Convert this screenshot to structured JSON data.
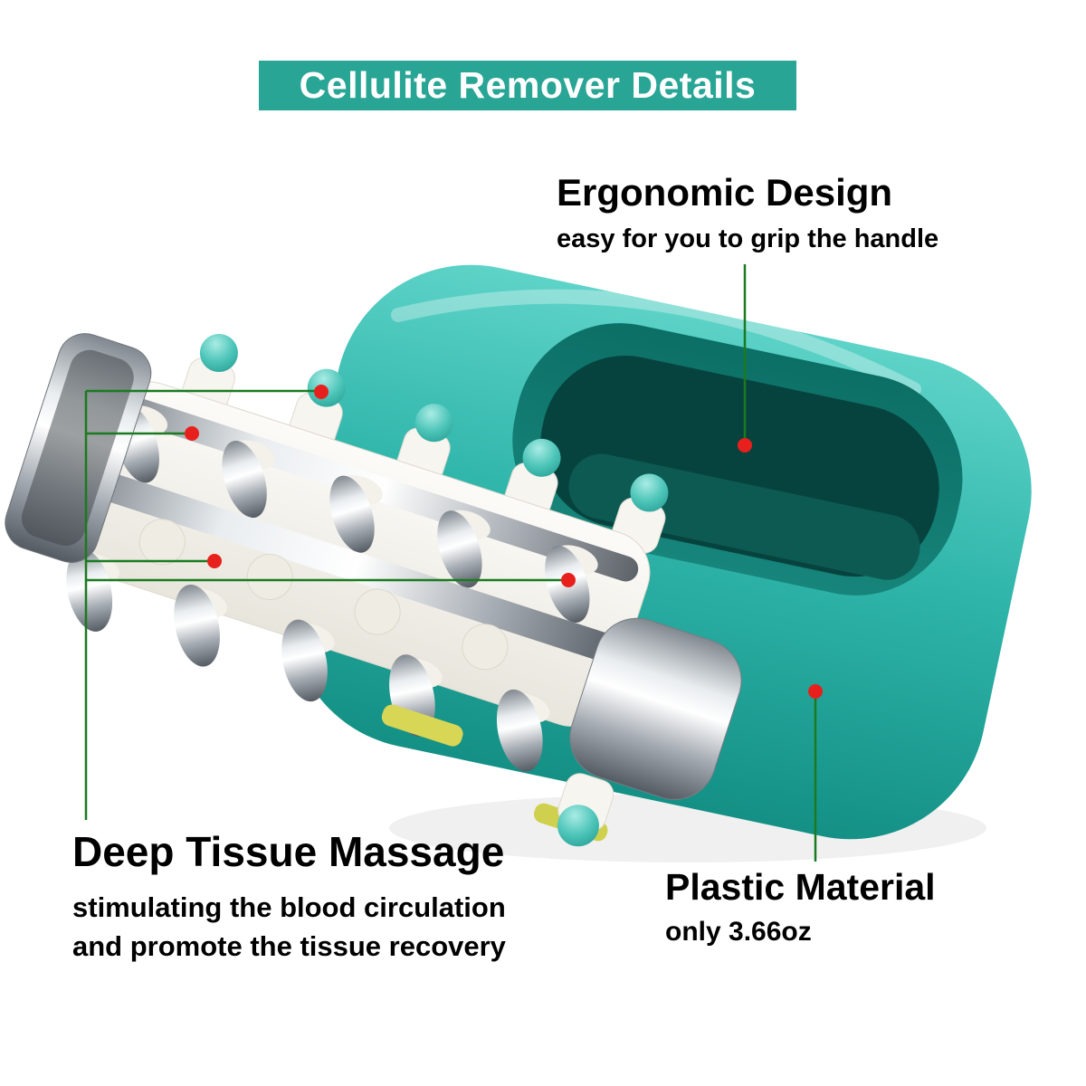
{
  "banner": {
    "title": "Cellulite Remover Details"
  },
  "annotations": {
    "ergonomic": {
      "title": "Ergonomic Design",
      "subtitle": "easy for you to grip the handle"
    },
    "deep_tissue": {
      "title": "Deep Tissue Massage",
      "line1": "stimulating the blood circulation",
      "line2": "and promote the tissue recovery"
    },
    "plastic": {
      "title": "Plastic Material",
      "subtitle": "only 3.66oz"
    }
  },
  "colors": {
    "banner_bg": "#29a596",
    "banner_text": "#ffffff",
    "callout_line": "#1b7a20",
    "callout_dot": "#e8201d",
    "text": "#000000",
    "product_teal": "#2fb5aa",
    "product_teal_dark": "#149085",
    "chrome": "#c7ccd1",
    "roller_body": "#f4f2ec",
    "accent_yellow": "#d8d655"
  }
}
